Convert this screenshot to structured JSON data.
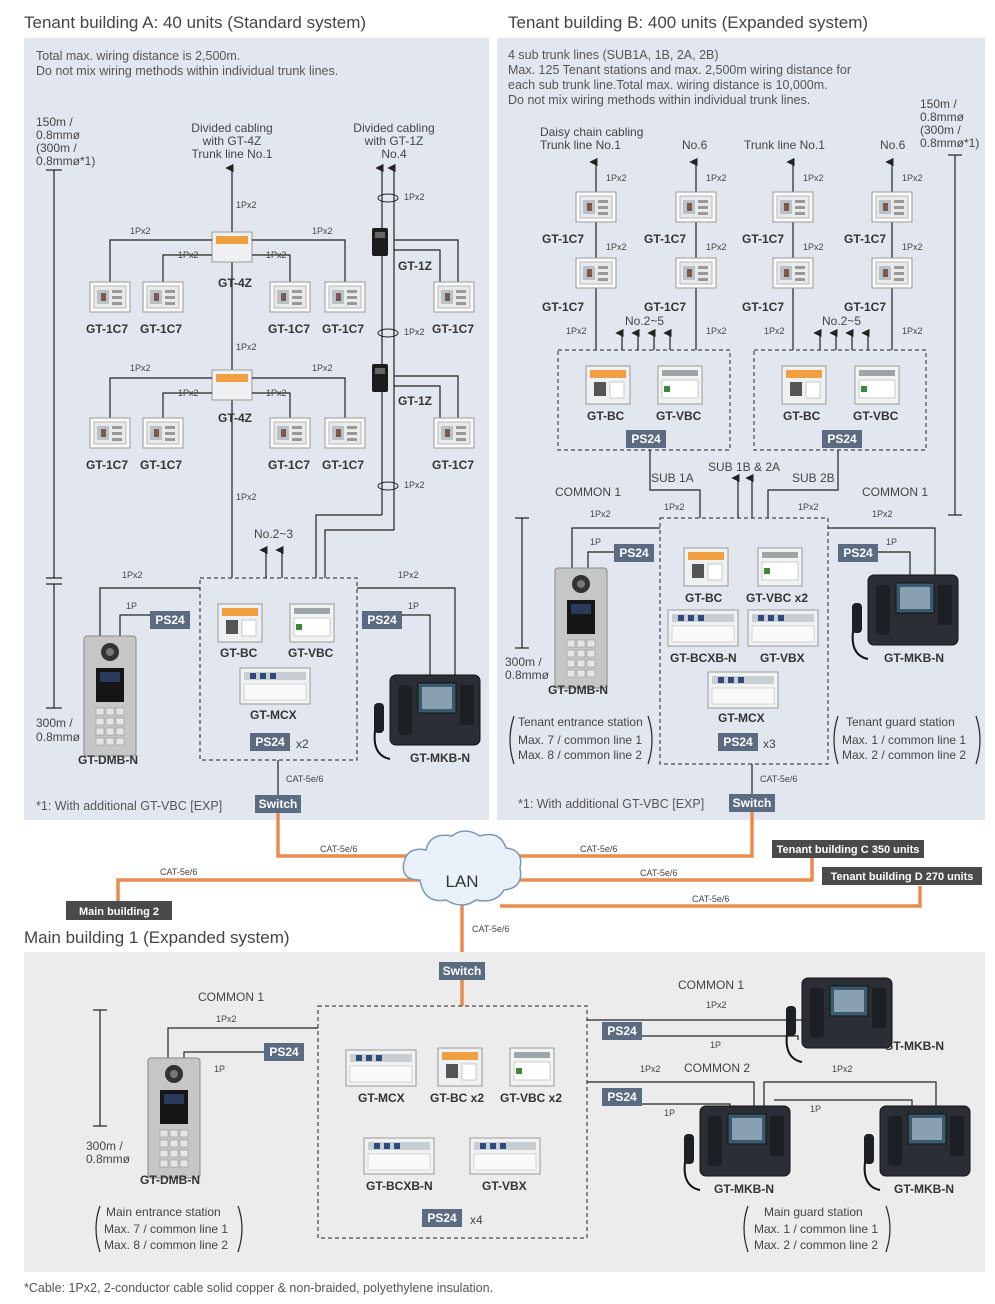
{
  "panels": {
    "a": {
      "title": "Tenant building A: 40 units (Standard system)",
      "note1": "Total max. wiring distance is 2,500m.",
      "note2": "Do not mix wiring methods within individual trunk lines.",
      "footnote": "*1: With additional GT-VBC [EXP]"
    },
    "b": {
      "title": "Tenant building B: 400 units (Expanded system)",
      "note1": "4 sub trunk lines (SUB1A, 1B, 2A, 2B)",
      "note2": "Max. 125 Tenant stations and max. 2,500m wiring distance for",
      "note3": "each sub trunk line.Total max. wiring distance is 10,000m.",
      "note4": "Do not mix wiring methods within individual trunk lines.",
      "footnote": "*1: With additional GT-VBC [EXP]"
    },
    "main": {
      "title": "Main building 1 (Expanded system)"
    }
  },
  "labels": {
    "divided_cabling_4z_1": "Divided cabling",
    "divided_cabling_4z_2": "with GT-4Z",
    "divided_cabling_4z_3": "Trunk line No.1",
    "divided_cabling_1z_1": "Divided cabling",
    "divided_cabling_1z_2": "with GT-1Z",
    "divided_cabling_1z_3": "No.4",
    "daisy_1": "Daisy chain cabling",
    "daisy_2": "Trunk line  No.1",
    "no6": "No.6",
    "trunk_line_no1": "Trunk line  No.1",
    "no2_3": "No.2~3",
    "no2_5": "No.2~5",
    "sub1a": "SUB 1A",
    "sub1b2a": "SUB 1B & 2A",
    "sub2b": "SUB 2B",
    "common1": "COMMON 1",
    "common2": "COMMON 2",
    "lan": "LAN",
    "switch": "Switch",
    "ps24": "PS24",
    "x2": "x2",
    "x3": "x3",
    "x4": "x4",
    "cable_1px2": "1Px2",
    "cable_1p": "1P",
    "cat": "CAT-5e/6",
    "dist_150_1": "150m /",
    "dist_150_2": "0.8mmø",
    "dist_150_3": "(300m /",
    "dist_150_4": "0.8mmø*1)",
    "dist_300_1": "300m /",
    "dist_300_2": "0.8mmø"
  },
  "devices": {
    "gt_1c7": "GT-1C7",
    "gt_4z": "GT-4Z",
    "gt_1z": "GT-1Z",
    "gt_bc": "GT-BC",
    "gt_vbc": "GT-VBC",
    "gt_vbc_x2": "GT-VBC  x2",
    "gt_bc_x2": "GT-BC  x2",
    "gt_mcx": "GT-MCX",
    "gt_dmb_n": "GT-DMB-N",
    "gt_mkb_n": "GT-MKB-N",
    "gt_bcxb_n": "GT-BCXB-N",
    "gt_vbx": "GT-VBX"
  },
  "stations": {
    "tenant_entrance": [
      "Tenant entrance station",
      "Max. 7 / common line 1",
      "Max. 8 / common line 2"
    ],
    "tenant_guard": [
      "Tenant guard station",
      "Max. 1 / common line 1",
      "Max. 2 / common line 2"
    ],
    "main_entrance": [
      "Main entrance station",
      "Max. 7 / common line 1",
      "Max. 8 / common line 2"
    ],
    "main_guard": [
      "Main guard station",
      "Max. 1 / common line 1",
      "Max. 2 / common line 2"
    ]
  },
  "buildings": {
    "c": "Tenant building C 350 units",
    "d": "Tenant building D 270 units",
    "main2": "Main building 2"
  },
  "footer": "*Cable: 1Px2, 2-conductor cable solid copper & non-braided, polyethylene insulation.",
  "colors": {
    "panel_a_b": "#e2e7ef",
    "panel_main": "#ececec",
    "tag": "#5a6b82",
    "dark_tag": "#4a4a4a",
    "lan": "#e88b4f"
  }
}
